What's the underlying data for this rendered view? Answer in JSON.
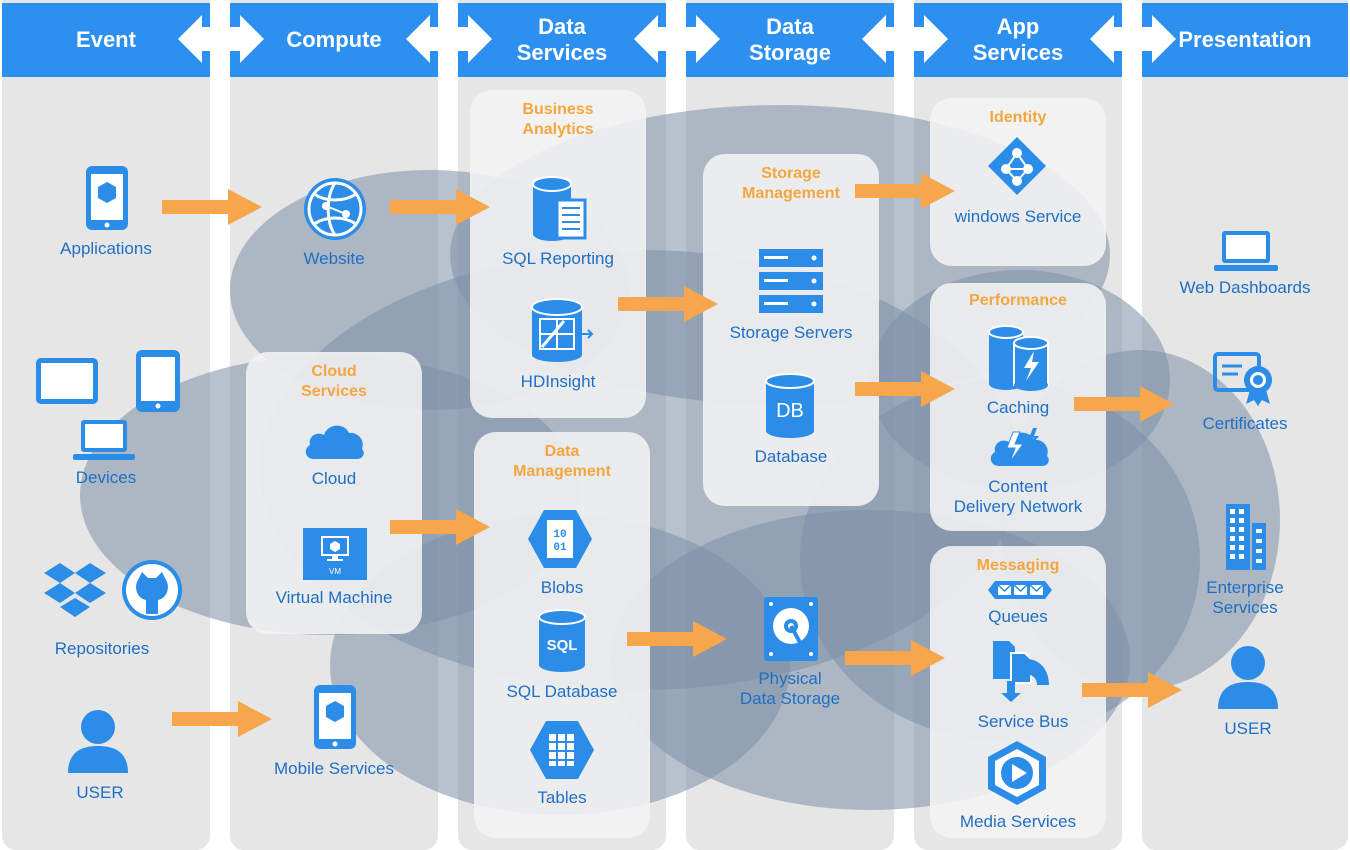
{
  "colors": {
    "blue": "#2d8ff0",
    "icon": "#2b8de8",
    "orange": "#f7a64c",
    "cloud": "#8c9db2",
    "text": "#1f6fc5",
    "panel_title": "#f5a640"
  },
  "columns": [
    {
      "title": "Event"
    },
    {
      "title": "Compute"
    },
    {
      "title": "Data Services",
      "l1": "Data",
      "l2": "Services"
    },
    {
      "title": "Data Storage",
      "l1": "Data",
      "l2": "Storage"
    },
    {
      "title": "App Services",
      "l1": "App",
      "l2": "Services"
    },
    {
      "title": "Presentation"
    }
  ],
  "event": {
    "applications": "Applications",
    "devices": "Devices",
    "repositories": "Repositories",
    "user": "USER"
  },
  "compute": {
    "website": "Website",
    "cloud_services": {
      "title1": "Cloud",
      "title2": "Services",
      "cloud": "Cloud",
      "vm": "Virtual Machine",
      "vm_tag": "VM"
    },
    "mobile": "Mobile Services"
  },
  "data_services": {
    "business_analytics": {
      "title1": "Business",
      "title2": "Analytics",
      "sql_reporting": "SQL Reporting",
      "hdinsight": "HDInsight"
    },
    "data_management": {
      "title1": "Data",
      "title2": "Management",
      "blobs": "Blobs",
      "blobs_glyph1": "10",
      "blobs_glyph2": "01",
      "sql_database": "SQL Database",
      "sql_glyph": "SQL",
      "tables": "Tables"
    }
  },
  "data_storage": {
    "storage_management": {
      "title1": "Storage",
      "title2": "Management",
      "servers": "Storage Servers",
      "database": "Database",
      "db_glyph": "DB"
    },
    "physical1": "Physical",
    "physical2": "Data Storage"
  },
  "app_services": {
    "identity": {
      "title": "Identity",
      "label": "windows Service"
    },
    "performance": {
      "title": "Performance",
      "caching": "Caching",
      "cdn1": "Content",
      "cdn2": "Delivery Network"
    },
    "messaging": {
      "title": "Messaging",
      "queues": "Queues",
      "service_bus": "Service Bus",
      "media": "Media Services"
    }
  },
  "presentation": {
    "web": "Web Dashboards",
    "certificates": "Certificates",
    "enterprise1": "Enterprise",
    "enterprise2": "Services",
    "user": "USER"
  }
}
